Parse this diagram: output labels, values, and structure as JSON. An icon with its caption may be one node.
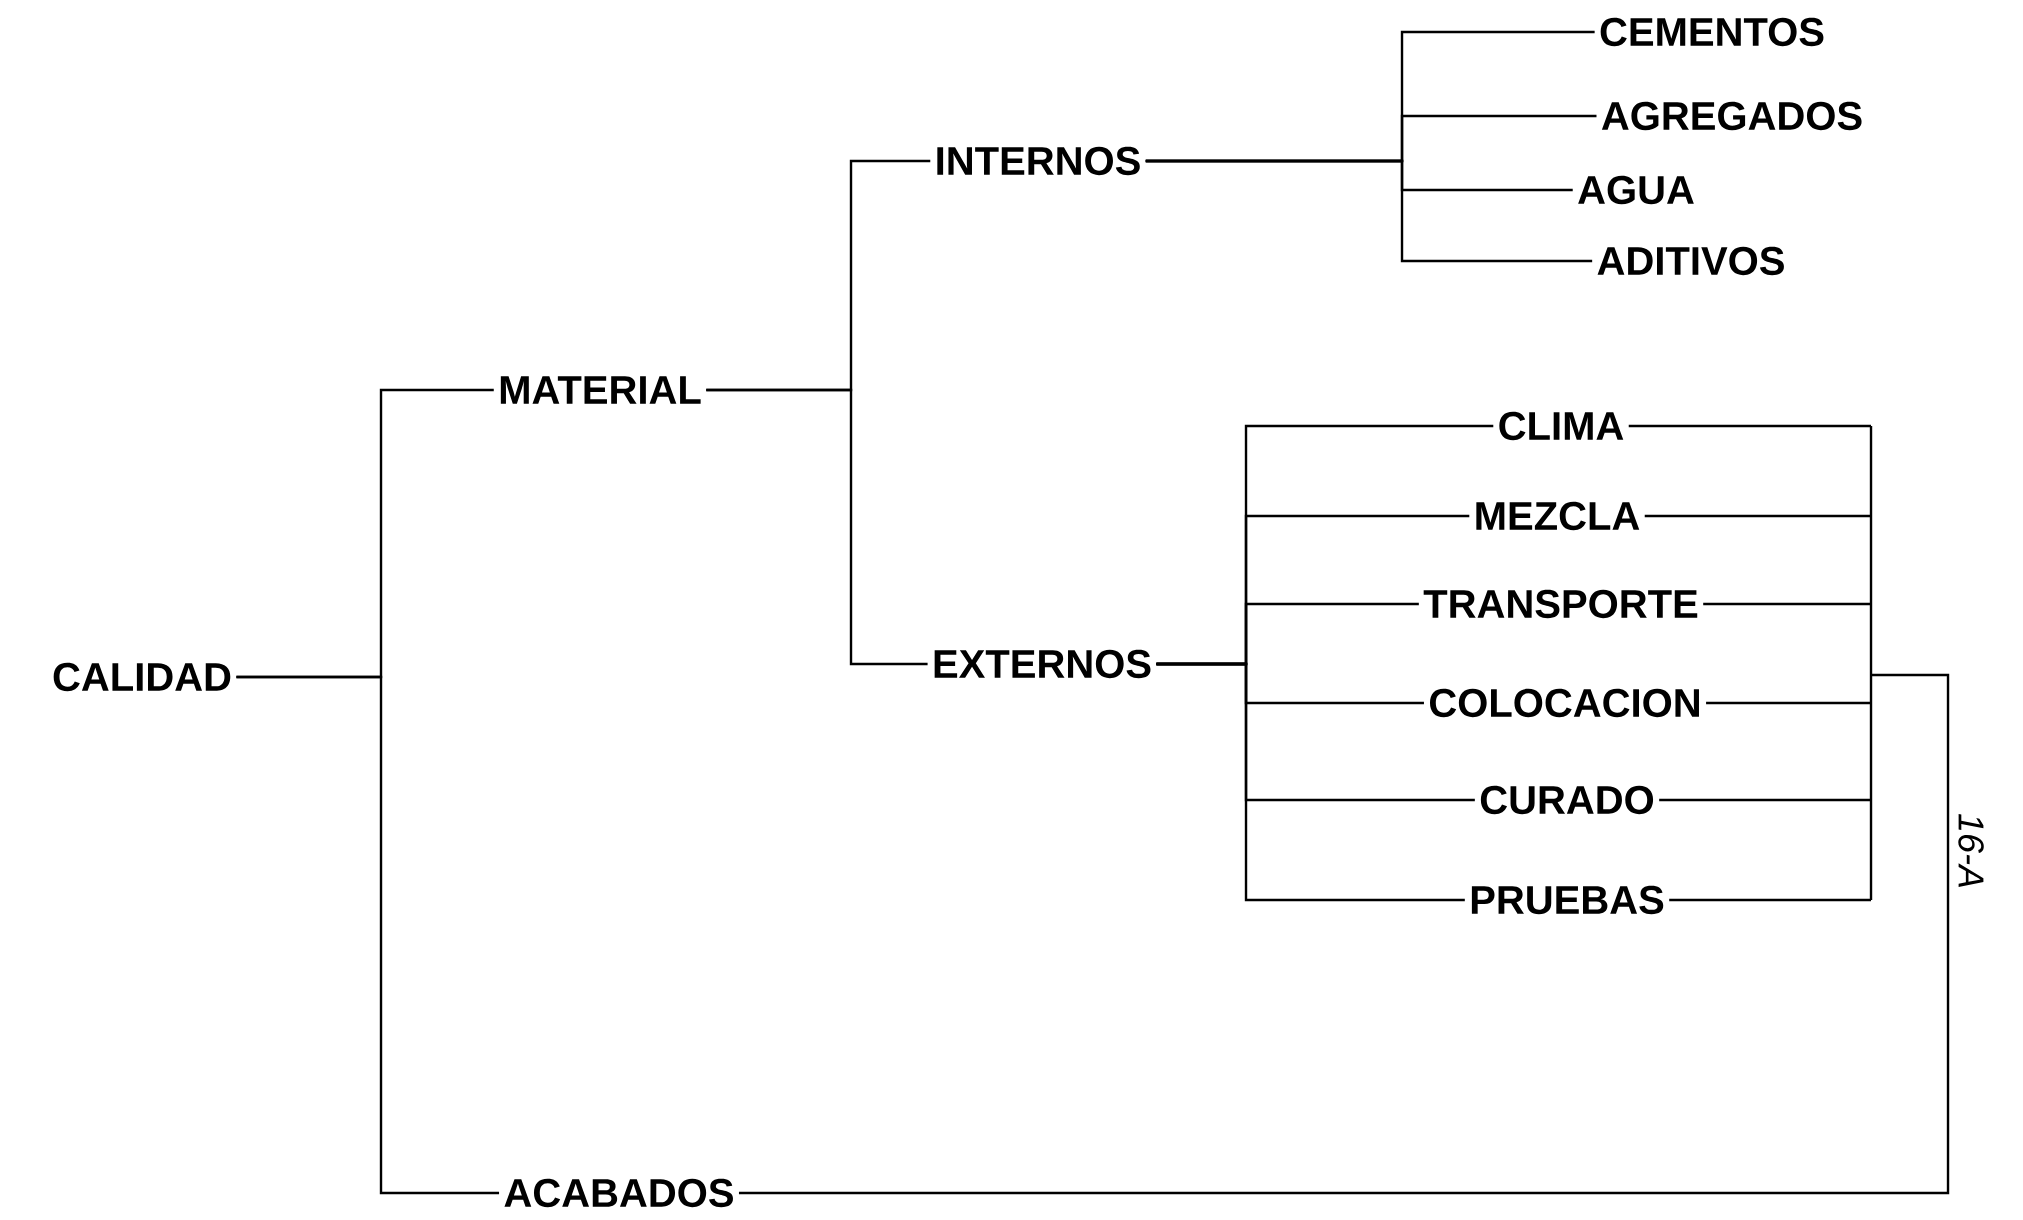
{
  "diagram": {
    "nodes": [
      {
        "text": [
          "CALIDAD"
        ]
      },
      {
        "text": [
          "MATERIAL"
        ]
      },
      {
        "text": [
          "ACABADOS"
        ]
      },
      {
        "text": [
          "INTERNOS"
        ]
      },
      {
        "text": [
          "EXTERNOS"
        ]
      },
      {
        "text": [
          "CEMENTOS"
        ]
      },
      {
        "text": [
          "AGREGADOS"
        ]
      },
      {
        "text": [
          "AGUA"
        ]
      },
      {
        "text": [
          "ADITIVOS"
        ]
      },
      {
        "text": [
          "CLIMA"
        ]
      },
      {
        "text": [
          "MEZCLA"
        ]
      },
      {
        "text": [
          "TRANSPORTE"
        ]
      },
      {
        "text": [
          "COLOCACION"
        ]
      },
      {
        "text": [
          "CURADO"
        ]
      },
      {
        "text": [
          "PRUEBAS"
        ]
      }
    ],
    "edges": [
      {
        "from": 0,
        "to": 1,
        "arrow": "none"
      },
      {
        "from": 0,
        "to": 2,
        "arrow": "none"
      },
      {
        "from": 1,
        "to": 3,
        "arrow": "none"
      },
      {
        "from": 1,
        "to": 4,
        "arrow": "none"
      },
      {
        "from": 3,
        "to": 5,
        "arrow": "none"
      },
      {
        "from": 3,
        "to": 6,
        "arrow": "none"
      },
      {
        "from": 3,
        "to": 7,
        "arrow": "none"
      },
      {
        "from": 3,
        "to": 8,
        "arrow": "none"
      },
      {
        "from": 4,
        "to": 9,
        "arrow": "none"
      },
      {
        "from": 4,
        "to": 10,
        "arrow": "none"
      },
      {
        "from": 4,
        "to": 11,
        "arrow": "none"
      },
      {
        "from": 4,
        "to": 12,
        "arrow": "none"
      },
      {
        "from": 4,
        "to": 13,
        "arrow": "none"
      },
      {
        "from": 4,
        "to": 14,
        "arrow": "none"
      },
      {
        "from": 9,
        "to": 2,
        "arrow": "none"
      },
      {
        "from": 10,
        "to": 2,
        "arrow": "none"
      },
      {
        "from": 11,
        "to": 2,
        "arrow": "none"
      },
      {
        "from": 12,
        "to": 2,
        "arrow": "none"
      },
      {
        "from": 13,
        "to": 2,
        "arrow": "none"
      },
      {
        "from": 14,
        "to": 2,
        "arrow": "none"
      }
    ],
    "labels": [
      "16-A"
    ]
  }
}
